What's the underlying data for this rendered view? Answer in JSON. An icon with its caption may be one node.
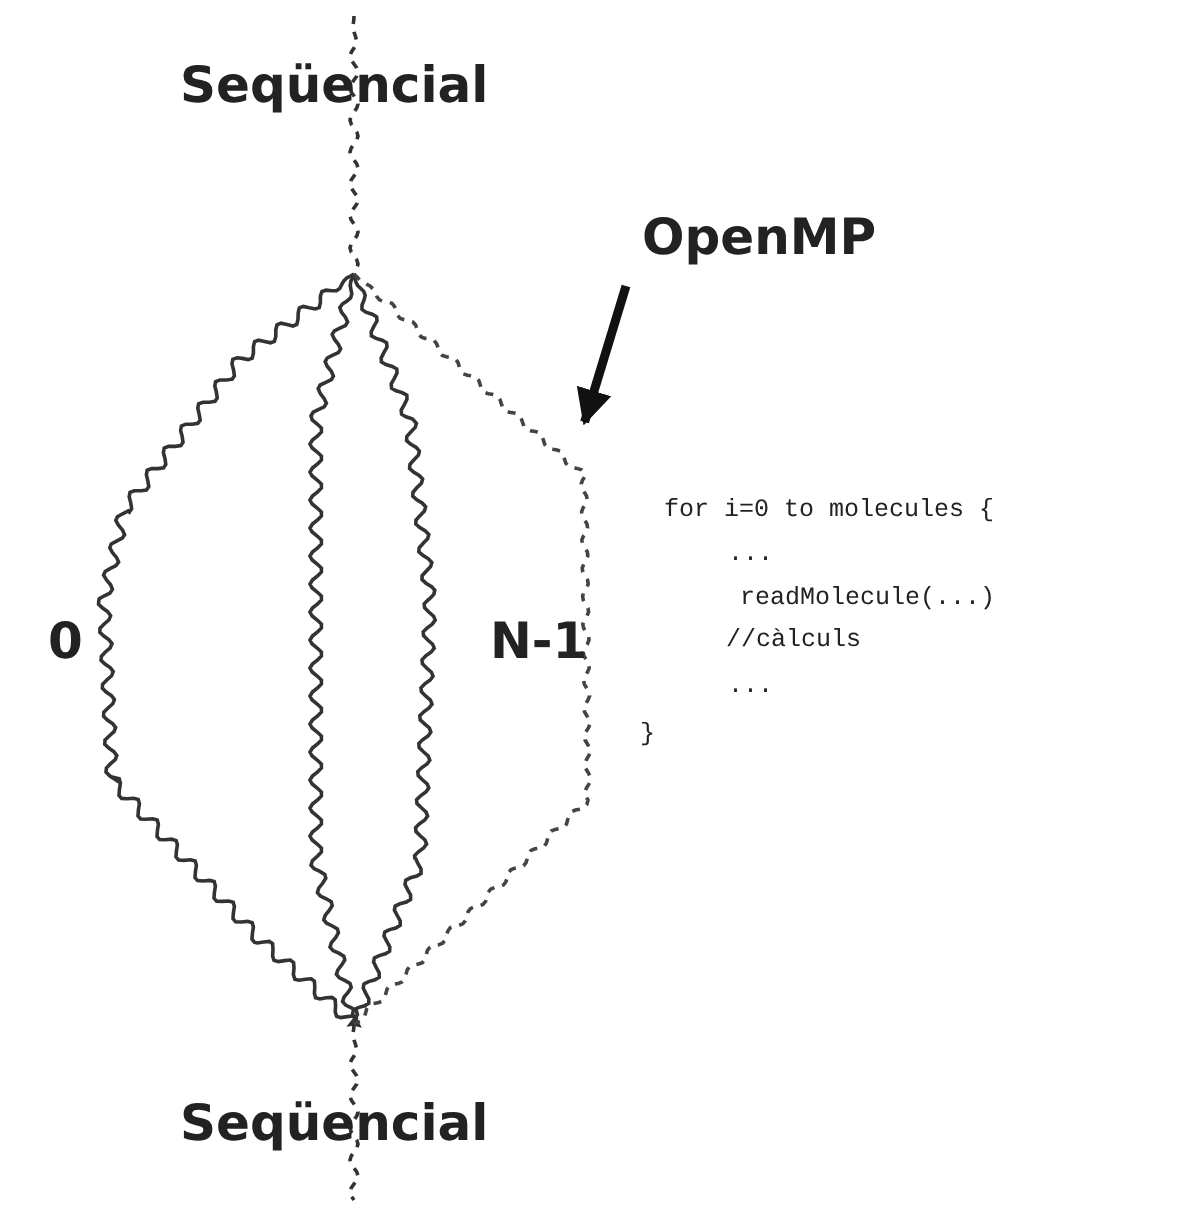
{
  "diagram": {
    "nodes": [
      {
        "text": [
          "OpenMP"
        ]
      },
      {
        "text": [],
        "shape": "line"
      }
    ],
    "edges": [
      {
        "from": 0,
        "to": 1,
        "arrow": "to"
      }
    ],
    "labels": [
      "Seqüencial",
      "0",
      "N-1",
      "for i=0 to molecules {",
      "...",
      "readMolecule(...)",
      "//càlculs",
      "...",
      "}",
      "Seqüencial"
    ]
  }
}
